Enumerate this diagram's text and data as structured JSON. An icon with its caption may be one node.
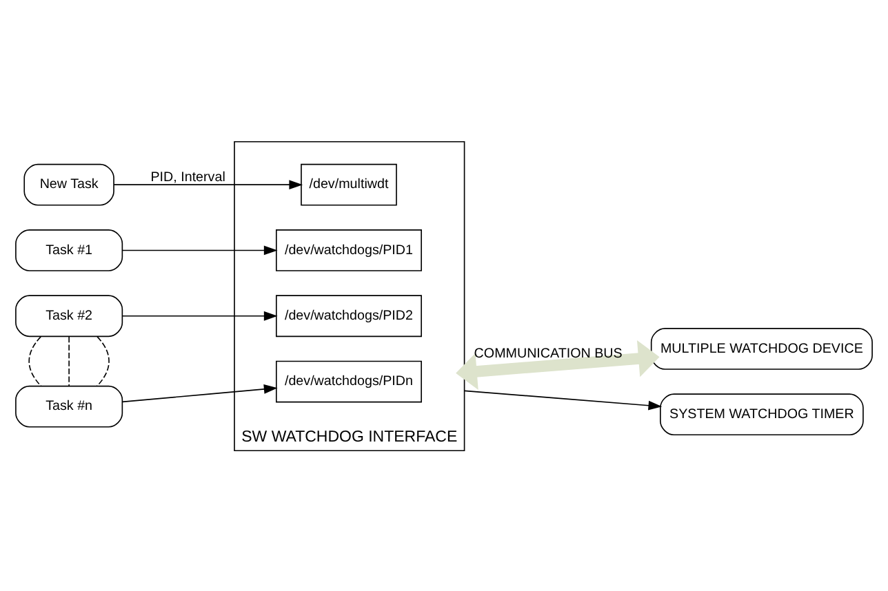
{
  "diagram": {
    "nodes": [
      {
        "text": [
          "New Task"
        ]
      },
      {
        "text": [
          "SW WATCHDOG INTERFACE"
        ]
      },
      {
        "text": [
          "/dev/multiwdt"
        ],
        "in": 1
      },
      {
        "text": [
          "/dev/watchdogs/PID1"
        ],
        "in": 1
      },
      {
        "text": [
          "/dev/watchdogs/PID2"
        ],
        "in": 1
      },
      {
        "text": [
          "/dev/watchdogs/PIDn"
        ],
        "in": 1
      },
      {
        "text": [
          "Task #1"
        ]
      },
      {
        "text": [
          "Task #2"
        ]
      },
      {
        "text": [
          "Task #n"
        ]
      },
      {
        "text": [
          "MULTIPLE WATCHDOG DEVICE"
        ]
      },
      {
        "text": [
          "SYSTEM WATCHDOG TIMER"
        ]
      }
    ],
    "edges": [
      {
        "from": 0,
        "to": 2,
        "arrow": "to",
        "label": "PID, Interval"
      },
      {
        "from": 6,
        "to": 3,
        "arrow": "to"
      },
      {
        "from": 7,
        "to": 4,
        "arrow": "to"
      },
      {
        "from": 8,
        "to": 5,
        "arrow": "to"
      },
      {
        "from": 7,
        "to": 8,
        "arrow": "none",
        "style": "dashed"
      },
      {
        "from": 7,
        "to": 8,
        "arrow": "none",
        "style": "dashed"
      },
      {
        "from": 7,
        "to": 8,
        "arrow": "none",
        "style": "dashed"
      },
      {
        "from": 1,
        "to": 9,
        "arrow": "both",
        "label": "COMMUNICATION BUS",
        "style": "thick",
        "color": "#dde3cc"
      },
      {
        "from": 1,
        "to": 10,
        "arrow": "to"
      }
    ]
  }
}
